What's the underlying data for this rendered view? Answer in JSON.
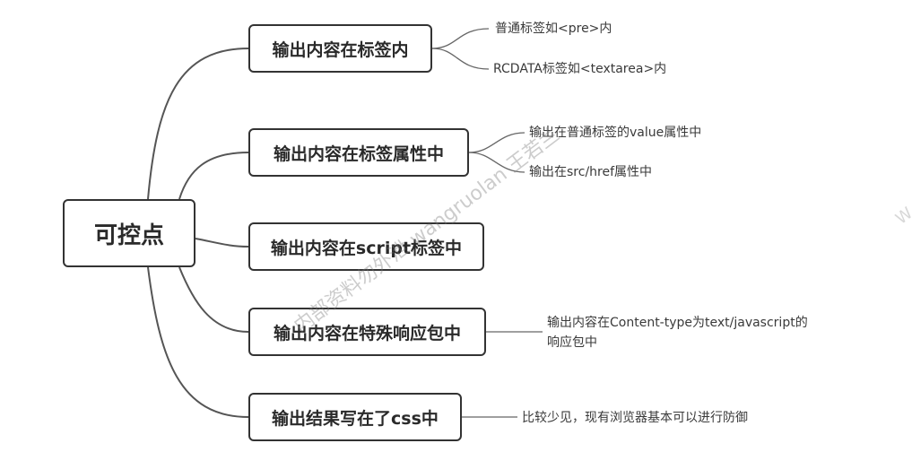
{
  "root": {
    "label": "可控点"
  },
  "branches": [
    {
      "label": "输出内容在标签内",
      "leaves": [
        "普通标签如<pre>内",
        "RCDATA标签如<textarea>内"
      ]
    },
    {
      "label": "输出内容在标签属性中",
      "leaves": [
        "输出在普通标签的value属性中",
        "输出在src/href属性中"
      ]
    },
    {
      "label": "输出内容在script标签中",
      "leaves": []
    },
    {
      "label": "输出内容在特殊响应包中",
      "leaves": [
        "输出内容在Content-type为text/javascript的响应包中"
      ]
    },
    {
      "label": "输出结果写在了css中",
      "leaves": [
        "比较少见，现有浏览器基本可以进行防御"
      ]
    }
  ],
  "leaf4_lines": [
    "输出内容在Content-type为text/javascript的",
    "响应包中"
  ],
  "watermark": {
    "text": "内部资料勿外泄 wangruolan 王若兰",
    "edge": "W"
  },
  "colors": {
    "line": "#555555",
    "border": "#333333"
  }
}
